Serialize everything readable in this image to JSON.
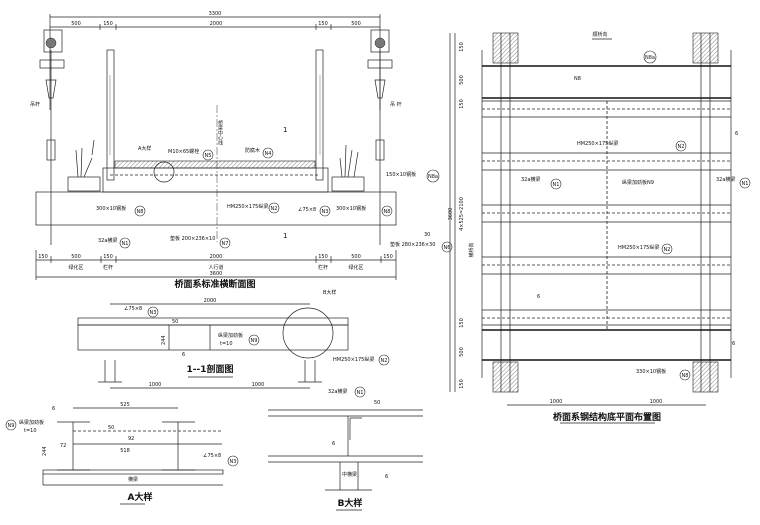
{
  "cross_section": {
    "title": "桥面系标准横断面图",
    "top_total": "3300",
    "top_dims": [
      "500",
      "150",
      "2000",
      "150",
      "500"
    ],
    "bottom_dims": [
      "150",
      "500",
      "150",
      "2000",
      "150",
      "500",
      "150"
    ],
    "bottom_zones": [
      "绿化区",
      "栏杆",
      "人行道",
      "栏杆",
      "绿化区"
    ],
    "bottom_total": "3600",
    "labels": {
      "sling_left": "吊杆",
      "sling_right": "吊 杆",
      "center_line": "桥梁中心线",
      "detail_a": "A大样",
      "bolt": "M10×65螺栓",
      "wood": "防腐木",
      "plate_150": "150×10钢板",
      "plate_300_left": "300×10钢板",
      "plate_300_right": "300×10钢板",
      "beam_hm": "HM250×175纵梁",
      "angle": "∠75×8",
      "channel": "32a横梁",
      "pad_200": "垫板 200×236×10",
      "pad_280": "垫板 280×236×30",
      "section_mark": "1"
    },
    "tags": [
      "N1",
      "N2",
      "N3",
      "N4",
      "N5",
      "N6",
      "N7",
      "N8",
      "N8",
      "N8a"
    ]
  },
  "plan": {
    "title": "桥面系钢结构底平面布置图",
    "direction": "顺桥向",
    "direction_side": "横桥向",
    "left_dims": [
      "150",
      "500",
      "150",
      "4×525=2100",
      "150",
      "500",
      "150"
    ],
    "left_total": "3600",
    "bottom_dims": [
      "1000",
      "1000"
    ],
    "labels": {
      "n8a_tag": "N8a",
      "n8_note": "N8",
      "hm_1": "HM250×175纵梁",
      "hm_2": "HM250×175纵梁",
      "channel_left": "32a横梁",
      "channel_right": "32a横梁",
      "stiffener": "纵梁加劲板N9",
      "weld_1": "6",
      "weld_2": "6",
      "weld_3": "6",
      "plate_330": "330×10钢板",
      "n6_value": "30"
    },
    "tags": [
      "N2",
      "N2",
      "N1",
      "N1",
      "N8",
      "N6",
      "N8a"
    ]
  },
  "section_1_1": {
    "title": "1--1剖面图",
    "top_dim": "2000",
    "bottom_dims": [
      "1000",
      "1000"
    ],
    "height_dim": "244",
    "top_offset": "50",
    "angle": "∠75×8",
    "stiffener": "纵梁加劲板",
    "stiffener_t": "t=10",
    "weld": "6",
    "detail_b": "B大样",
    "beam_hm": "HM250×175纵梁",
    "channel": "32a横梁",
    "tags": [
      "N3",
      "N9",
      "N2",
      "N1"
    ]
  },
  "detail_a": {
    "title": "A大样",
    "dim_525": "525",
    "dim_518": "518",
    "dim_72": "72",
    "dim_92": "92",
    "dim_50": "50",
    "height_dim": "244",
    "weld": "6",
    "stiffener": "纵梁加劲板",
    "stiffener_t": "t=10",
    "angle": "∠75×8",
    "crossbeam": "横梁",
    "tags": [
      "N9",
      "N3"
    ]
  },
  "detail_b": {
    "title": "B大样",
    "dim_50": "50",
    "weld_6": "6",
    "weld_c6": "6",
    "mid_beam": "中横梁"
  }
}
